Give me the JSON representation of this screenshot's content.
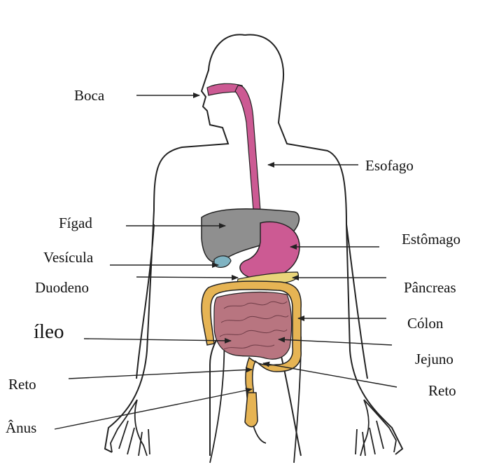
{
  "labels": {
    "boca": "Boca",
    "esofago": "Esofago",
    "figado": "Fígad",
    "estomago": "Estômago",
    "vesicula": "Vesícula",
    "duodeno": "Duodeno",
    "pancreas": "Pâncreas",
    "colon": "Cólon",
    "ileo": "íleo",
    "jejuno": "Jejuno",
    "reto_left": "Reto",
    "reto_right": "Reto",
    "anus": "Ânus"
  },
  "colors": {
    "outline": "#222222",
    "esophagus_stomach": "#cc5a93",
    "liver": "#8f8f8f",
    "gallbladder": "#7fb3c2",
    "colon": "#e6b454",
    "small_intestine": "#b87580",
    "pancreas": "#e9d57a",
    "arrow": "#222222"
  }
}
